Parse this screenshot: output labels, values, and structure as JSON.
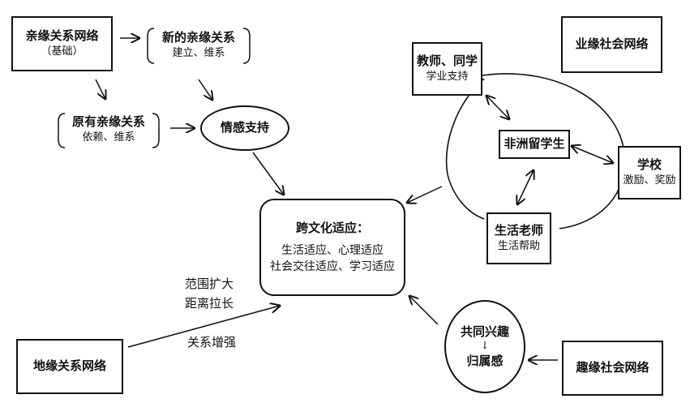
{
  "nodes": {
    "kinship_network": {
      "title": "亲缘关系网络",
      "subtitle": "（基础）"
    },
    "new_kinship": {
      "title": "新的亲缘关系",
      "subtitle": "建立、维系"
    },
    "original_kinship": {
      "title": "原有亲缘关系",
      "subtitle": "依赖、维系"
    },
    "emotional_support": {
      "title": "情感支持"
    },
    "cross_cultural": {
      "title": "跨文化适应：",
      "line1": "生活适应、心理适应",
      "line2": "社会交往适应、学习适应"
    },
    "teachers_classmates": {
      "title": "教师、同学",
      "subtitle": "学业支持"
    },
    "professional_network": {
      "title": "业缘社会网络"
    },
    "african_students": {
      "title": "非洲留学生"
    },
    "school": {
      "title": "学校",
      "subtitle": "激励、奖励"
    },
    "life_teacher": {
      "title": "生活老师",
      "subtitle": "生活帮助"
    },
    "shared_interest": {
      "title": "共同兴趣",
      "arrow": "↓",
      "subtitle": "归属感"
    },
    "interest_network": {
      "title": "趣缘社会网络"
    },
    "geo_network": {
      "title": "地缘关系网络"
    }
  },
  "edge_labels": {
    "scope": "范围扩大",
    "distance": "距离拉长",
    "strength": "关系增强"
  }
}
